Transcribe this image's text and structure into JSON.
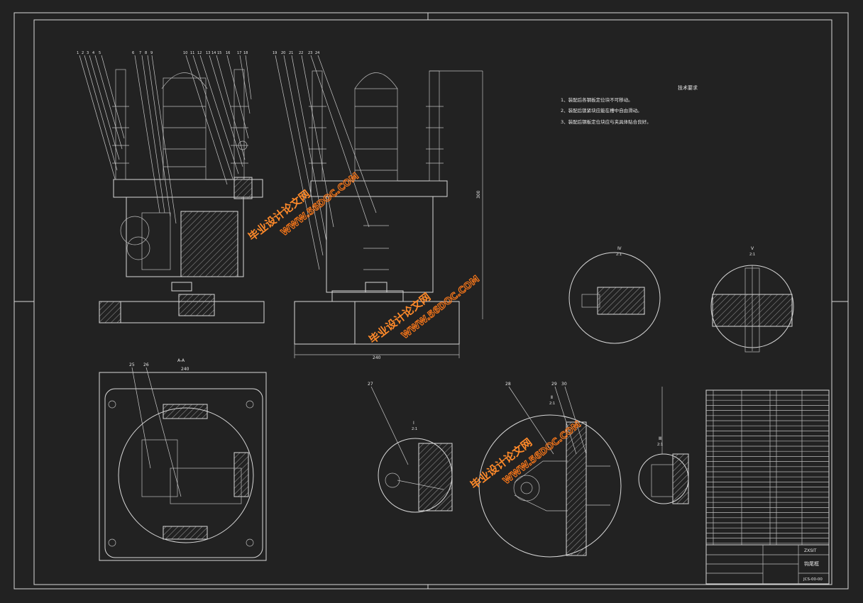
{
  "drawing": {
    "border_color": "#d8d8d8",
    "background": "#222222",
    "callouts_top_left": [
      "1",
      "2",
      "3",
      "4",
      "5",
      "6",
      "7",
      "8",
      "9",
      "10",
      "11",
      "12",
      "13",
      "14",
      "15",
      "16",
      "17",
      "18"
    ],
    "callouts_top_right": [
      "19",
      "20",
      "21",
      "22",
      "23",
      "24"
    ],
    "dim_height": "300",
    "dim_width": "240",
    "section_aa_label": "A-A",
    "section_aa_dim": "240",
    "section_aa_callouts": [
      "25",
      "26"
    ],
    "detail_1_label": "Ⅰ",
    "detail_1_scale": "2:1",
    "detail_1_callout": "27",
    "detail_2_callouts": [
      "28",
      "29",
      "30"
    ],
    "detail_2_label": "Ⅱ",
    "detail_2_scale": "2:1",
    "detail_3_label": "Ⅲ",
    "detail_3_scale": "2:1",
    "detail_4_label": "Ⅳ",
    "detail_4_scale": "2:1",
    "detail_5_label": "Ⅴ",
    "detail_5_scale": "2:1"
  },
  "tech_requirements": {
    "heading": "技术要求",
    "items": [
      "1、装配后各钢板定位块不可移动。",
      "2、装配后锁紧块应能在槽中自由滑动。",
      "3、装配后钢板定位块应与夹具体贴合良好。"
    ]
  },
  "title_block": {
    "part_name": "钩尾框",
    "drawing_no": "JCS-00-00",
    "company": "ZXSIT"
  },
  "watermarks": [
    {
      "cn": "毕业设计论文网",
      "url": "WWW.56DOC.COM"
    },
    {
      "cn": "毕业设计论文网",
      "url": "WWW.56DOC.COM"
    },
    {
      "cn": "毕业设计论文网",
      "url": "WWW.56DOC.COM"
    }
  ]
}
